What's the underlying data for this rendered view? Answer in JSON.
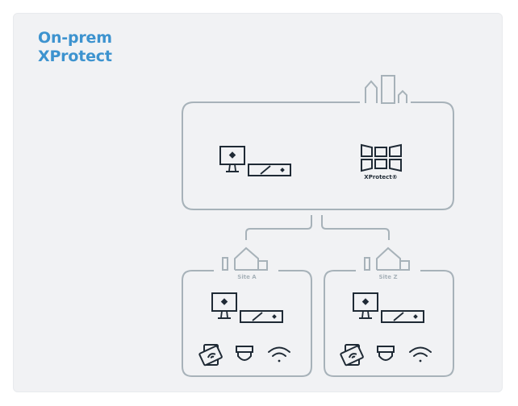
{
  "title": {
    "line1": "On-prem",
    "line2": "XProtect"
  },
  "central": {
    "brand_label": "XProtect®"
  },
  "sites": [
    {
      "label": "Site A"
    },
    {
      "label": "Site Z"
    }
  ],
  "colors": {
    "background": "#ffffff",
    "panel": "#f1f2f4",
    "accent_title": "#3d93cf",
    "line": "#a7b2b9",
    "icon": "#1f2a35"
  },
  "icons": {
    "hq": "building-cluster-icon",
    "workstation": "monitor-server-icon",
    "xprotect": "xprotect-logo-icon",
    "site_building": "site-building-icon",
    "access_card": "access-card-icon",
    "dome_camera": "dome-camera-icon",
    "wifi": "wifi-icon"
  }
}
